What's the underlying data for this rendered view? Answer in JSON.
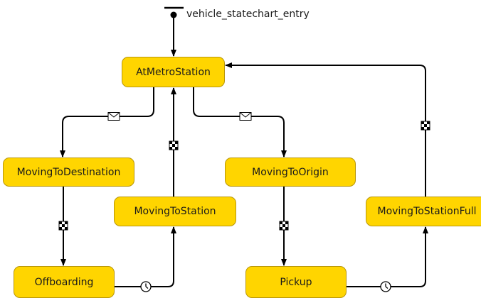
{
  "entry": {
    "label": "vehicle_statechart_entry"
  },
  "states": {
    "at_metro_station": "AtMetroStation",
    "moving_to_destination": "MovingToDestination",
    "moving_to_origin": "MovingToOrigin",
    "moving_to_station": "MovingToStation",
    "moving_to_station_full": "MovingToStationFull",
    "offboarding": "Offboarding",
    "pickup": "Pickup"
  },
  "trigger_icons": {
    "message": "envelope-icon",
    "condition": "checkered-flag-icon",
    "timeout": "clock-icon"
  },
  "colors": {
    "state_fill": "#ffd500",
    "state_border": "#b8960a",
    "transition": "#000000"
  }
}
